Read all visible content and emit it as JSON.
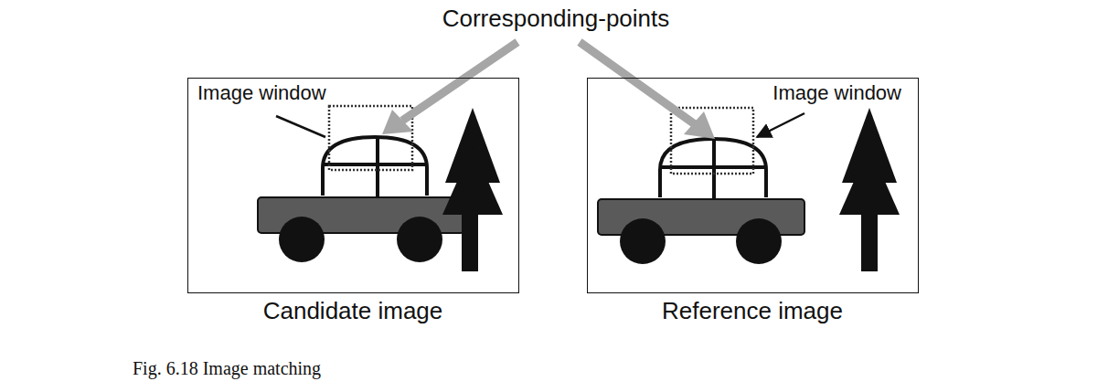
{
  "diagram": {
    "caption": "Fig. 6.18 Image matching",
    "nodes": [
      {
        "text": [
          "Image window",
          "Candidate image"
        ]
      },
      {
        "text": [
          "Image window",
          "Reference image"
        ]
      }
    ],
    "labels": [
      "Corresponding-points"
    ]
  }
}
